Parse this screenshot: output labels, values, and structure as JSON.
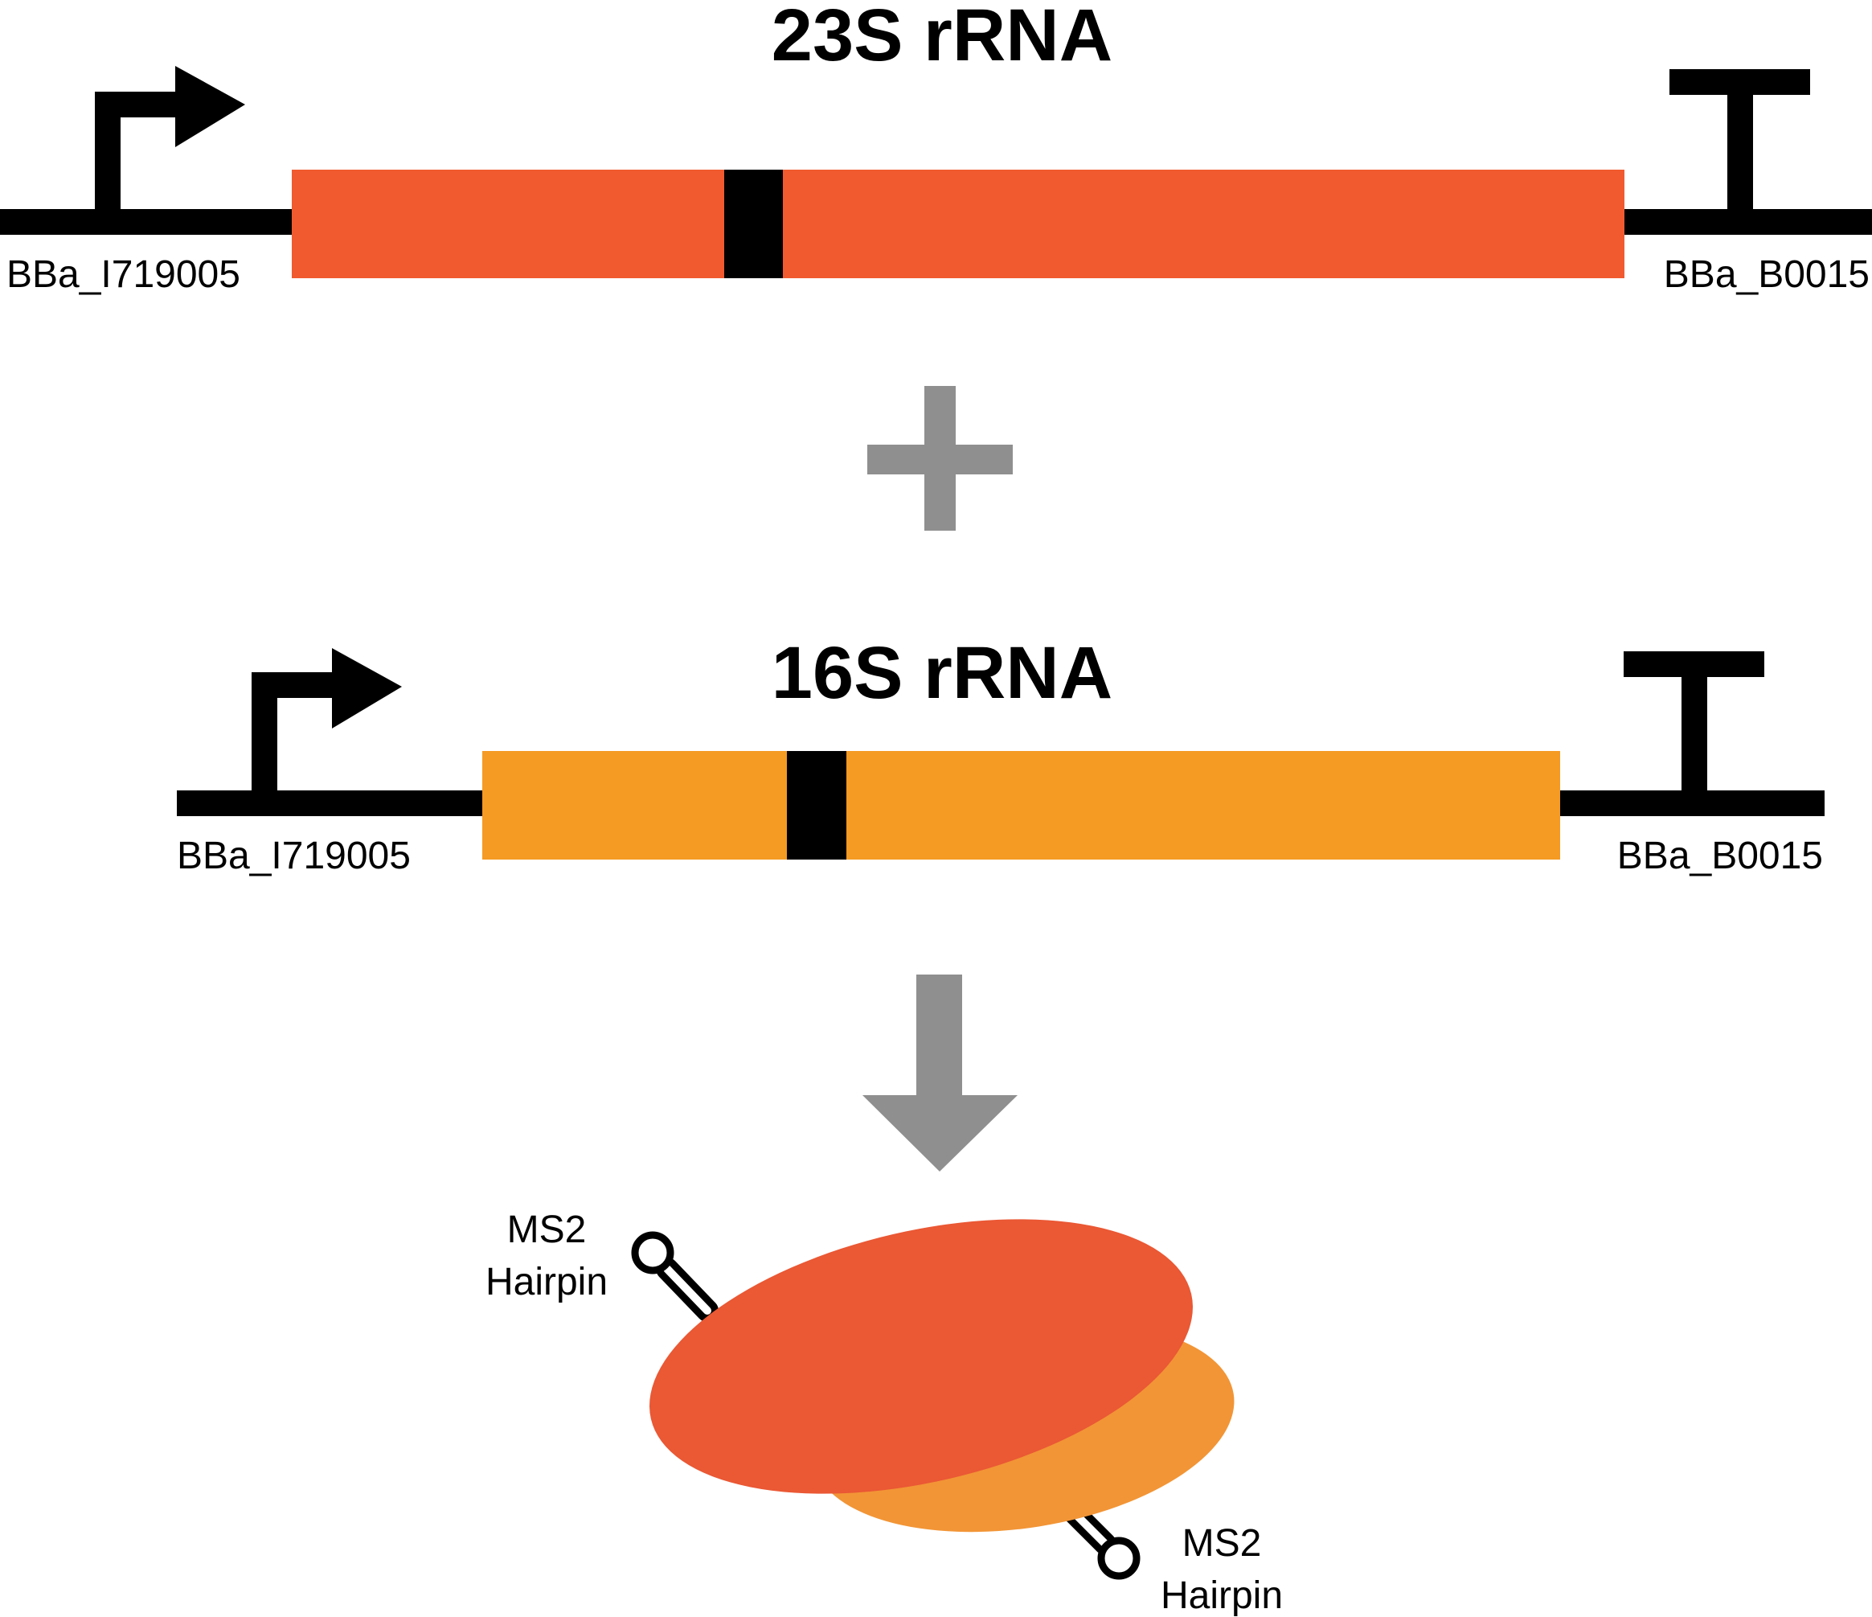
{
  "colors": {
    "rrna_23s": "#f15a2e",
    "rrna_16s": "#f59a23",
    "ribosome_large": "#ea5834",
    "ribosome_small": "#f29536",
    "dna_line": "#000000",
    "operator": "#8f8f8f"
  },
  "constructs": [
    {
      "title": "23S rRNA",
      "promoter_label": "BBa_I719005",
      "terminator_label": "BBa_B0015"
    },
    {
      "title": "16S rRNA",
      "promoter_label": "BBa_I719005",
      "terminator_label": "BBa_B0015"
    }
  ],
  "operators": {
    "combine": "plus-icon",
    "result": "down-arrow-icon"
  },
  "ribosome": {
    "hairpin_top": {
      "line1": "MS2",
      "line2": "Hairpin"
    },
    "hairpin_bottom": {
      "line1": "MS2",
      "line2": "Hairpin"
    }
  }
}
